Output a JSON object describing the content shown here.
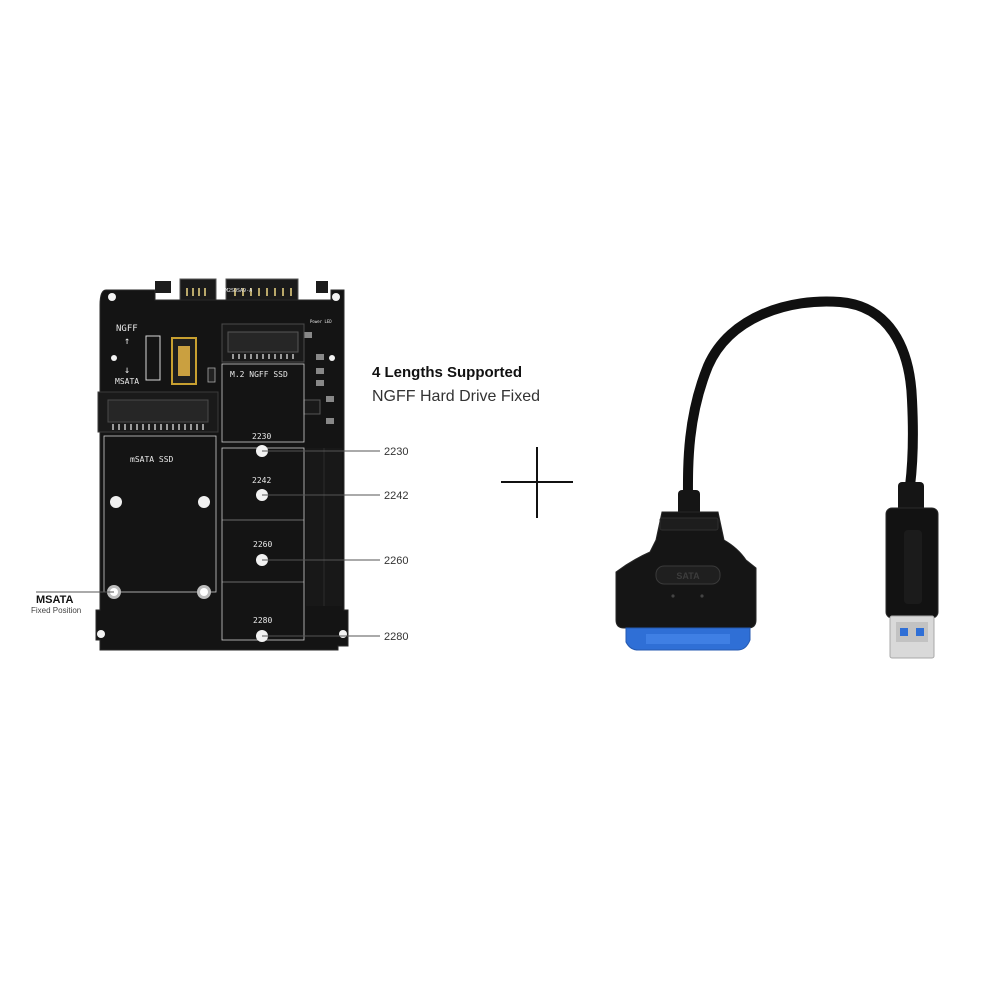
{
  "board": {
    "model_code": "M2SOSA9-A",
    "ngff_arrow_label": "NGFF",
    "msata_arrow_label": "MSATA",
    "m2_slot_label": "M.2   NGFF SSD",
    "msata_slot_label": "mSATA SSD",
    "power_label": "Power LED",
    "holes": [
      "2230",
      "2242",
      "2260",
      "2280"
    ]
  },
  "callouts": {
    "headline": "4 Lengths Supported",
    "subline": "NGFF Hard Drive Fixed",
    "lengths": [
      "2230",
      "2242",
      "2260",
      "2280"
    ],
    "msata_title": "MSATA",
    "msata_sub": "Fixed Position"
  },
  "adapter": {
    "connector_marking": "SATA"
  },
  "plus_sign": "+",
  "colors": {
    "pcb": "#141414",
    "silkscreen": "#e8e8e8",
    "sata_blue": "#2f6fd6",
    "cable": "#101010"
  }
}
